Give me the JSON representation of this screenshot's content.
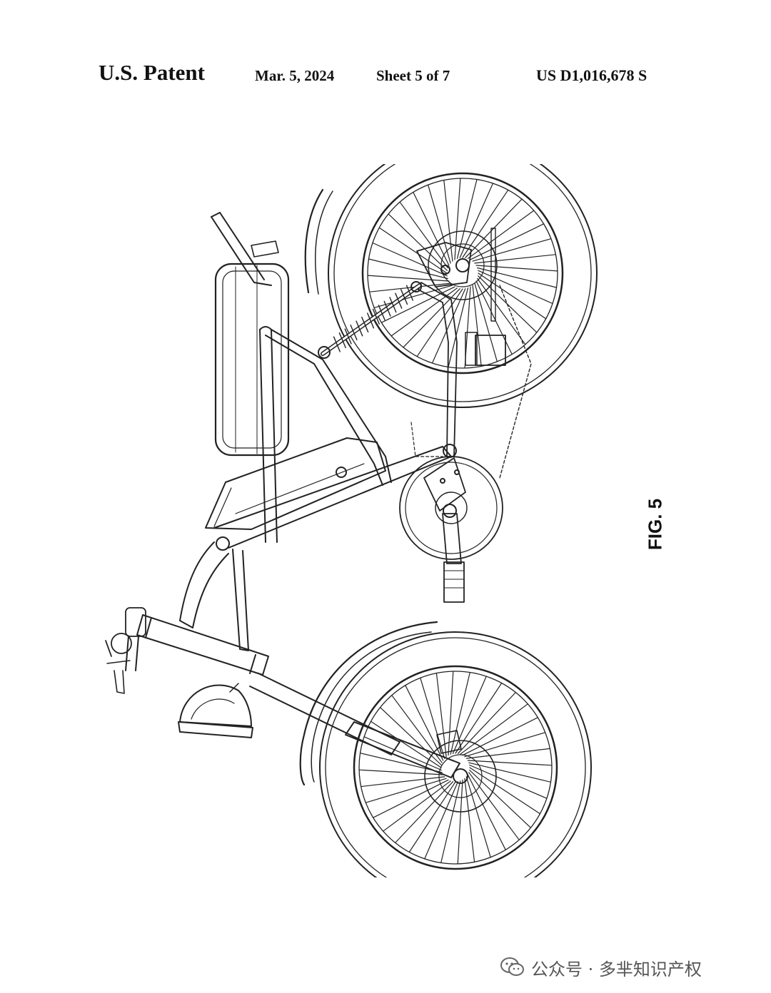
{
  "header": {
    "title": "U.S. Patent",
    "date": "Mar. 5, 2024",
    "sheet": "Sheet 5 of 7",
    "patent_number": "US D1,016,678 S"
  },
  "figure": {
    "label": "FIG. 5",
    "subject": "bicycle",
    "icons": [
      "rear-wheel",
      "front-wheel",
      "seat",
      "battery",
      "headlight",
      "handlebar",
      "shock-absorber",
      "pedal"
    ]
  },
  "watermark": {
    "text": "公众号 · 多芈知识产权",
    "icon": "wechat-icon"
  },
  "colors": {
    "ink": "#111111",
    "watermark": "#555555",
    "background": "#ffffff"
  }
}
